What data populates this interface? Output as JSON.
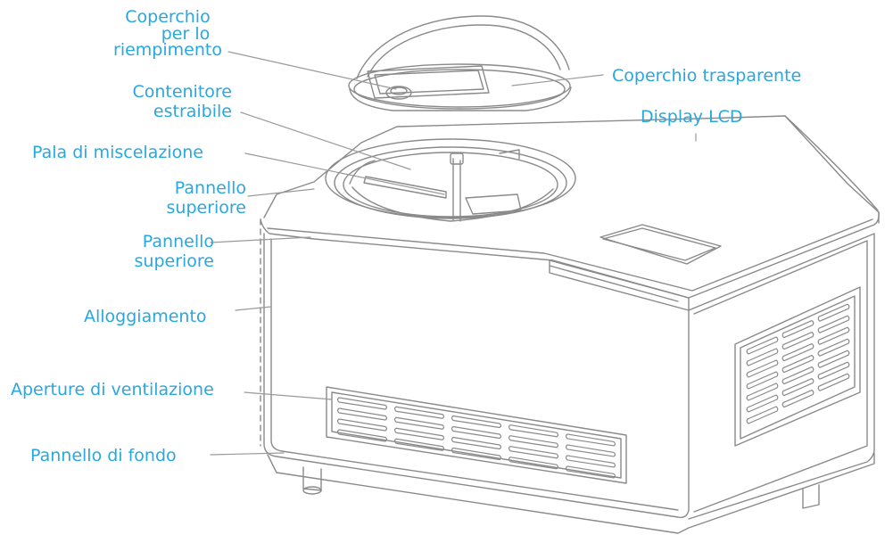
{
  "labels": {
    "coperchio_riempimento": {
      "l1": "Coperchio",
      "l2": "per lo",
      "l3": "riempimento"
    },
    "contenitore": {
      "l1": "Contenitore",
      "l2": "estraibile"
    },
    "pala": "Pala di miscelazione",
    "pannello_sup_1": {
      "l1": "Pannello",
      "l2": "superiore"
    },
    "pannello_sup_2": {
      "l1": "Pannello",
      "l2": "superiore"
    },
    "alloggiamento": "Alloggiamento",
    "aperture": "Aperture di ventilazione",
    "pannello_fondo": "Pannello di fondo",
    "coperchio_trasparente": "Coperchio trasparente",
    "display": "Display LCD"
  },
  "colors": {
    "label": "#29a7de",
    "line": "#8a8a8a",
    "leader": "#9a9a9a"
  }
}
